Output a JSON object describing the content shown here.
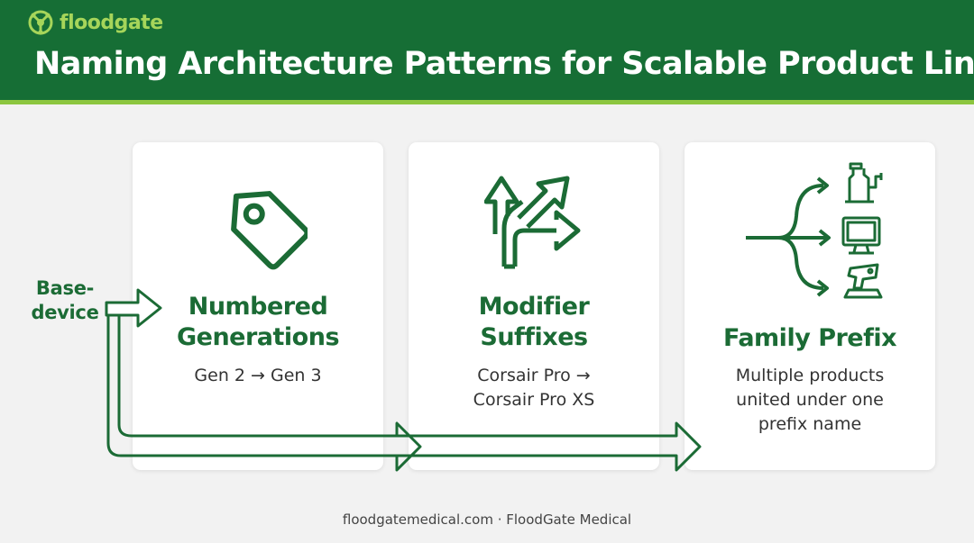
{
  "brand": {
    "name": "floodgate",
    "color": "#166e35",
    "accent": "#8cc63f",
    "logo_icon": "valve-node-icon"
  },
  "title": "Naming Architecture Patterns for Scalable Product Lines",
  "start_label": {
    "line1": "Base-",
    "line2": "device"
  },
  "cards": [
    {
      "icon": "tag-icon",
      "title_lines": [
        "Numbered",
        "Generations"
      ],
      "desc_lines": [
        "Gen 2 → Gen 3"
      ]
    },
    {
      "icon": "branching-arrows-icon",
      "title_lines": [
        "Modifier",
        "Suffixes"
      ],
      "desc_lines": [
        "Corsair Pro →",
        "Corsair Pro XS"
      ]
    },
    {
      "icon": "product-family-icon",
      "title_lines": [
        "Family Prefix"
      ],
      "desc_lines": [
        "Multiple products",
        "united under one",
        "prefix name"
      ]
    }
  ],
  "footer": "floodgatemedical.com · FloodGate Medical"
}
